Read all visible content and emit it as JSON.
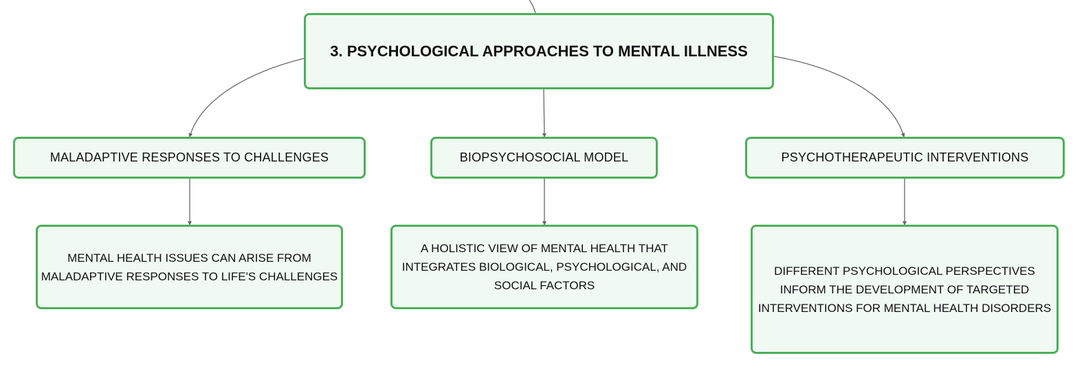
{
  "diagram": {
    "root": {
      "label": "3. PSYCHOLOGICAL APPROACHES TO MENTAL ILLNESS"
    },
    "branches": [
      {
        "label": "MALADAPTIVE RESPONSES TO CHALLENGES",
        "detail": "MENTAL HEALTH ISSUES CAN ARISE FROM MALADAPTIVE RESPONSES TO LIFE'S CHALLENGES"
      },
      {
        "label": "BIOPSYCHOSOCIAL MODEL",
        "detail": "A HOLISTIC VIEW OF MENTAL HEALTH THAT INTEGRATES BIOLOGICAL, PSYCHOLOGICAL, AND SOCIAL FACTORS"
      },
      {
        "label": "PSYCHOTHERAPEUTIC INTERVENTIONS",
        "detail": "DIFFERENT PSYCHOLOGICAL PERSPECTIVES INFORM THE DEVELOPMENT OF TARGETED INTERVENTIONS FOR MENTAL HEALTH DISORDERS"
      }
    ],
    "colors": {
      "node_border": "#4caf5a",
      "node_fill": "#f0faf2",
      "connector": "#666666",
      "text": "#111111"
    }
  }
}
